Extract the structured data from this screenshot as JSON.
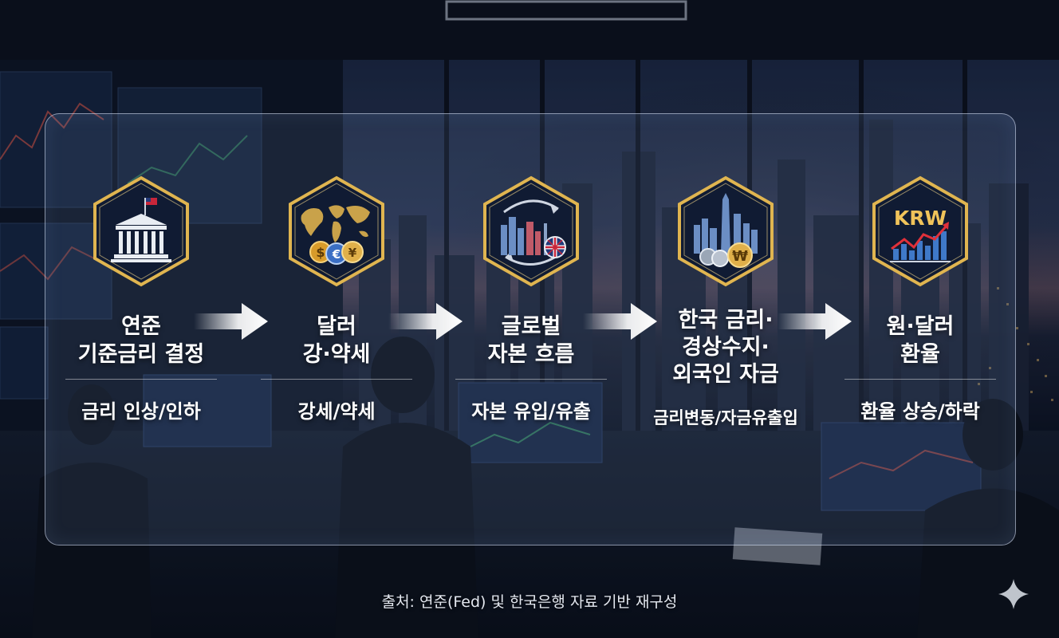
{
  "steps": [
    {
      "icon": "federal-reserve-building-icon",
      "title_lines": [
        "연준",
        "기준금리 결정"
      ],
      "subtitle": "금리 인상/인하"
    },
    {
      "icon": "world-map-currency-coins-icon",
      "title_lines": [
        "달러",
        "강·약세"
      ],
      "subtitle": "강세/약세"
    },
    {
      "icon": "global-city-capital-flow-icon",
      "title_lines": [
        "글로벌",
        "자본 흐름"
      ],
      "subtitle": "자본 유입/유출"
    },
    {
      "icon": "korea-city-won-coins-icon",
      "title_lines": [
        "한국 금리·",
        "경상수지·",
        "외국인 자금"
      ],
      "subtitle": "금리변동/자금유출입"
    },
    {
      "icon": "krw-exchange-rate-chart-icon",
      "title_lines": [
        "원·달러",
        "환율"
      ],
      "subtitle": "환율 상승/하락",
      "badge": "KRW"
    }
  ],
  "source": "출처: 연준(Fed) 및 한국은행 자료 기반 재구성",
  "colors": {
    "gold": "#e0b550",
    "navy": "#101b33",
    "arrow": "#ffffff",
    "panel_border": "#dfe8ff"
  },
  "decor_icon": "sparkle-icon"
}
